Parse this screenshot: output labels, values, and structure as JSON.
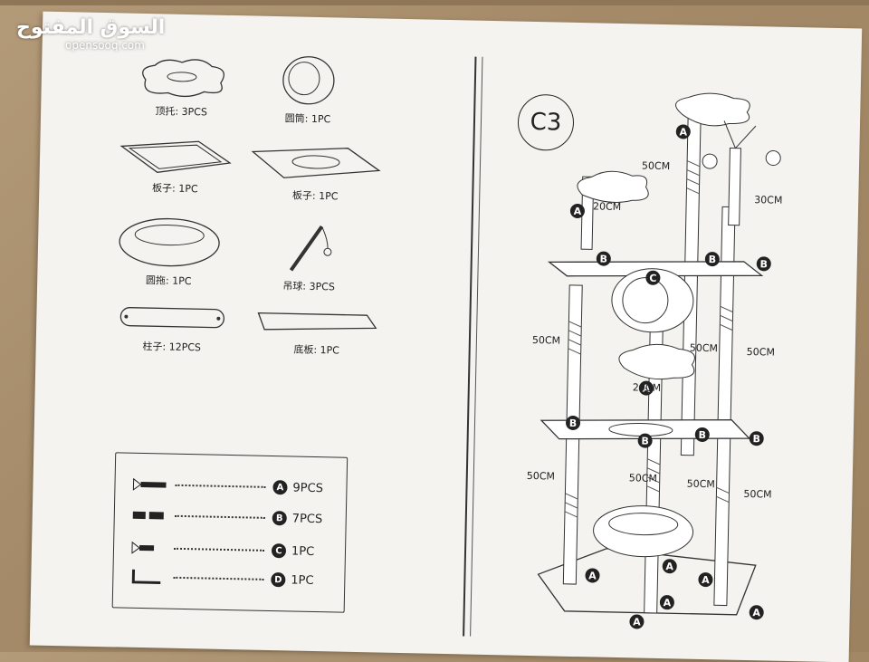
{
  "watermark": {
    "arabic": "السوق المفتوح",
    "latin": "opensooq.com"
  },
  "parts": [
    {
      "label": "顶托: 3PCS",
      "icon": "cloud-perch-icon"
    },
    {
      "label": "圆筒: 1PC",
      "icon": "tunnel-tube-icon"
    },
    {
      "label": "板子: 1PC",
      "icon": "diamond-board-icon"
    },
    {
      "label": "板子: 1PC",
      "icon": "square-board-icon"
    },
    {
      "label": "圆拖: 1PC",
      "icon": "round-bed-icon"
    },
    {
      "label": "吊球: 3PCS",
      "icon": "hanging-ball-icon"
    },
    {
      "label": "柱子: 12PCS",
      "icon": "post-icon"
    },
    {
      "label": "底板: 1PC",
      "icon": "base-board-icon"
    }
  ],
  "hardware": [
    {
      "letter": "A",
      "qty": "9PCS",
      "icon": "long-screw-icon"
    },
    {
      "letter": "B",
      "qty": "7PCS",
      "icon": "double-bolt-icon"
    },
    {
      "letter": "C",
      "qty": "1PC",
      "icon": "short-screw-icon"
    },
    {
      "letter": "D",
      "qty": "1PC",
      "icon": "allen-key-icon"
    }
  ],
  "step": "C3",
  "dimensions": {
    "d50_top": "50CM",
    "d20_upper": "20CM",
    "d30": "30CM",
    "d50_left_mid": "50CM",
    "d50_center_mid": "50CM",
    "d50_right_mid": "50CM",
    "d20_lower": "20CM",
    "d50_left_low": "50CM",
    "d50_center_low": "50CM",
    "d50_inner_low": "50CM",
    "d50_right_low": "50CM"
  },
  "markers": {
    "A": "A",
    "B": "B",
    "C": "C"
  }
}
